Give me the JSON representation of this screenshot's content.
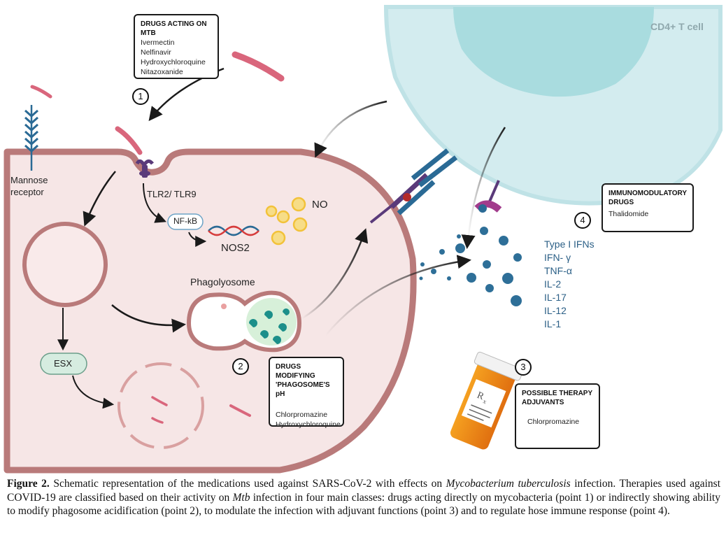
{
  "tcell_label": "CD4+ T cell",
  "mannose_label_1": "Mannose",
  "mannose_label_2": "receptor",
  "tlr_label": "TLR2/ TLR9",
  "nfkb_label": "NF-kB",
  "nos2_label": "NOS2",
  "no_label": "NO",
  "phagolysosome_label": "Phagolyosome",
  "esx_label": "ESX",
  "points": [
    "1",
    "2",
    "3",
    "4"
  ],
  "boxes": {
    "drugs_mtb": {
      "title": "DRUGS ACTING ON MTB",
      "items": [
        "Ivermectin",
        "Nelfinavir",
        "Hydroxychloroquine",
        "Nitazoxanide"
      ]
    },
    "drugs_phagosome": {
      "title_1": "DRUGS MODIFYING",
      "title_2": "'PHAGOSOME'S pH",
      "items": [
        "Chlorpromazine",
        "Hydroxychloroquine"
      ]
    },
    "adjuvants": {
      "title_1": "POSSIBLE THERAPY",
      "title_2": "ADJUVANTS",
      "items": [
        "Chlorpromazine"
      ]
    },
    "immuno": {
      "title_1": "IMMUNOMODULATORY",
      "title_2": "DRUGS",
      "items": [
        "Thalidomide"
      ]
    }
  },
  "cytokines": [
    "Type I IFNs",
    "IFN- γ",
    "TNF-α",
    "IL-2",
    "IL-17",
    "IL-12",
    "IL-1"
  ],
  "caption": {
    "label": "Figure 2.",
    "part1": " Schematic representation of the medications used against SARS-CoV-2 with effects on ",
    "italic1": "Mycobacterium tuberculosis",
    "part2": " infection. Therapies used against COVID-19 are classified based on their activity on ",
    "italic2": "Mtb",
    "part3": " infection in four main classes: drugs acting directly on mycobacteria (point 1) or indirectly showing ability to modify phagosome acidification (point 2), to modulate the infection with adjuvant functions (point 3) and to regulate hose immune response (point 4)."
  },
  "colors": {
    "cell_fill": "#f6e6e6",
    "cell_membrane": "#b97a7a",
    "tcell_fill": "#d3ecef",
    "tcell_nucleus": "#a9dcdf",
    "bacteria": "#d9667c",
    "cytokine": "#2e6f98",
    "receptor_purple": "#5a3a7a",
    "receptor_blue": "#2a6a95",
    "no_yellow": "#f2c23a",
    "pill_orange": "#f08a1a"
  }
}
